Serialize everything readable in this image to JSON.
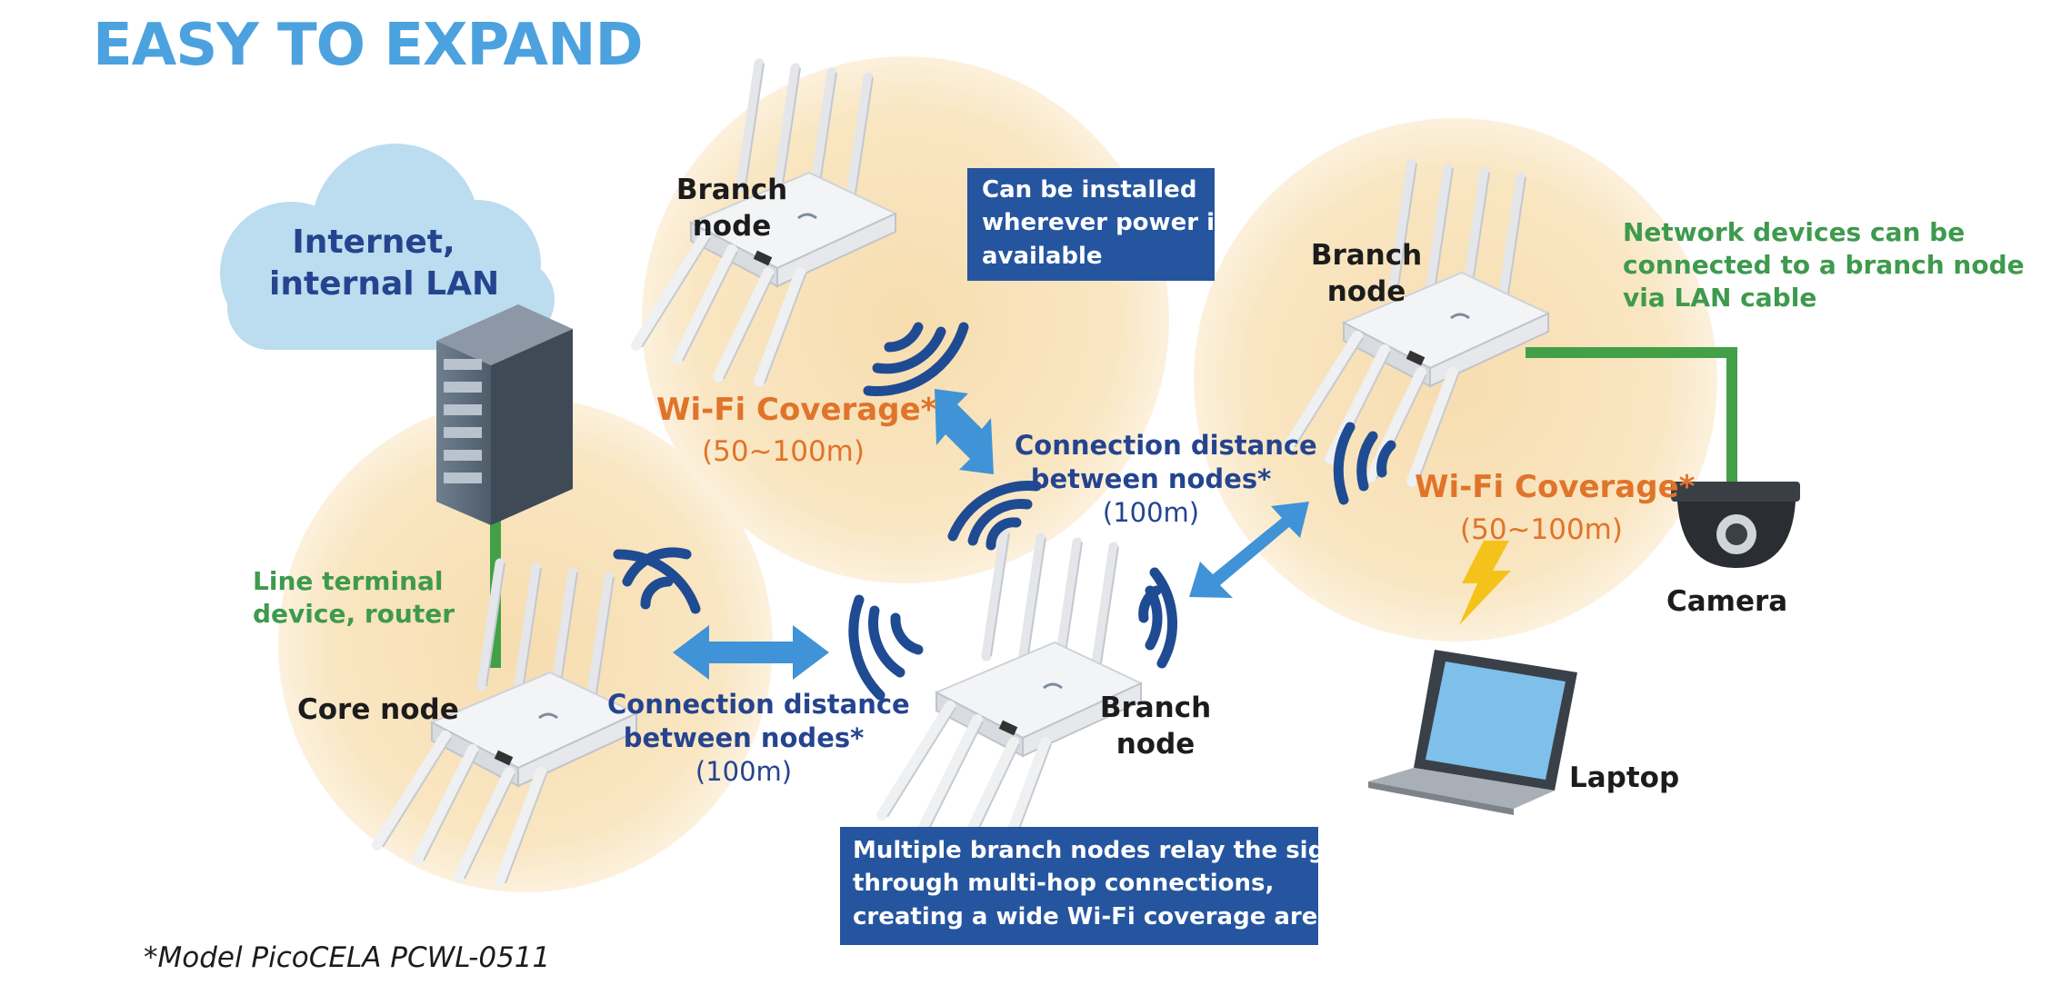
{
  "title": "EASY TO EXPAND",
  "cloud": {
    "line1": "Internet,",
    "line2": "internal LAN"
  },
  "core": {
    "terminal_line1": "Line terminal",
    "terminal_line2": "device, router",
    "label": "Core node"
  },
  "branch_top": {
    "label_line1": "Branch",
    "label_line2": "node",
    "coverage": "Wi-Fi Coverage*",
    "coverage_range": "(50~100m)",
    "note": [
      "Can be installed",
      "wherever power is",
      "available"
    ]
  },
  "branch_middle": {
    "label_line1": "Branch",
    "label_line2": "node",
    "note": [
      "Multiple branch nodes relay the signal",
      "through multi-hop connections,",
      "creating a wide Wi-Fi coverage area"
    ]
  },
  "branch_right": {
    "label_line1": "Branch",
    "label_line2": "node",
    "coverage": "Wi-Fi Coverage*",
    "coverage_range": "(50~100m)",
    "note": [
      "Network devices can be",
      "connected to a branch node",
      "via LAN cable"
    ]
  },
  "distance_left": {
    "line1": "Connection distance",
    "line2": "between nodes*",
    "value": "(100m)"
  },
  "distance_right": {
    "line1": "Connection distance",
    "line2": "between nodes*",
    "value": "(100m)"
  },
  "devices": {
    "camera": "Camera",
    "laptop": "Laptop"
  },
  "footnote": "*Model PicoCELA PCWL-0511",
  "colors": {
    "title": "#4ba2df",
    "coverage_fill": "#f7e2b8",
    "cloud": "#bcdcf0",
    "navy_text": "#25448f",
    "green": "#3e9a4d",
    "orange": "#e0742a",
    "box_fill": "#25559f",
    "arrow": "#3f93d6",
    "signal": "#1f4b93"
  }
}
